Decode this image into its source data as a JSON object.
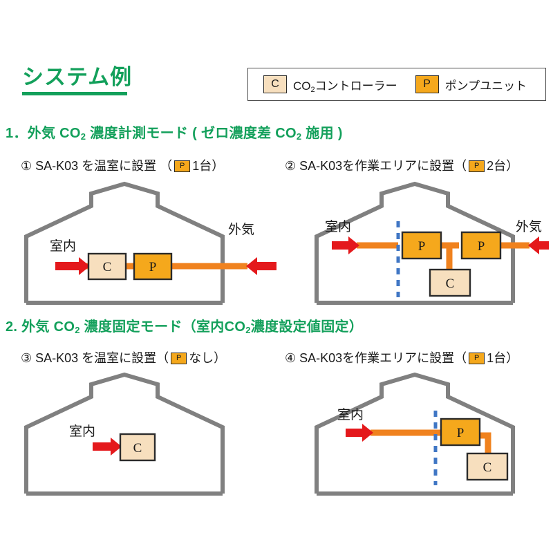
{
  "title": {
    "text": "システム例"
  },
  "legend": {
    "items": [
      {
        "chip": "C",
        "label": "CO",
        "label_sub": "2",
        "label_rest": "コントローラー",
        "color": "#f7dfbe"
      },
      {
        "chip": "P",
        "label": "ポンプユニット",
        "label_sub": "",
        "label_rest": "",
        "color": "#f5a81c"
      }
    ]
  },
  "sections": [
    {
      "id": "sec1",
      "prefix": "1．外気 CO",
      "sub": "2",
      "rest": " 濃度計測モード ( ゼロ濃度差 CO",
      "sub2": "2",
      "tail": " 施用 )"
    },
    {
      "id": "sec2",
      "prefix": "2. 外気 CO",
      "sub": "2",
      "rest": " 濃度固定モード（室内CO",
      "sub2": "2",
      "tail": "濃度設定値固定）"
    }
  ],
  "captions": {
    "c1": {
      "pre": "① SA-K03 を温室に設置 （",
      "chip": "P",
      "post": " 1台）"
    },
    "c2": {
      "pre": "② SA-K03を作業エリアに設置（",
      "chip": "P",
      "post": " 2台）"
    },
    "c3": {
      "pre": "③ SA-K03 を温室に設置（",
      "chip": "P",
      "post": " なし）"
    },
    "c4": {
      "pre": "④ SA-K03を作業エリアに設置（",
      "chip": "P",
      "post": " 1台）"
    }
  },
  "diagram_labels": {
    "indoor": "室内",
    "outdoor": "外気",
    "controller": "C",
    "pump": "P"
  },
  "colors": {
    "green": "#13a05b",
    "orange_pipe": "#f0821e",
    "pump_fill": "#f5a81c",
    "controller_fill": "#f7dfbe",
    "box_stroke": "#2b2b2b",
    "house_stroke": "#808080",
    "arrow_red": "#e4191c",
    "dashed_blue": "#3f76c4"
  },
  "panels": {
    "p1": {
      "has_outdoor_label": true,
      "has_dashed_line": false,
      "pumps": 1,
      "controllers": 1
    },
    "p2": {
      "has_outdoor_label": true,
      "has_dashed_line": true,
      "pumps": 2,
      "controllers": 1
    },
    "p3": {
      "has_outdoor_label": false,
      "has_dashed_line": false,
      "pumps": 0,
      "controllers": 1
    },
    "p4": {
      "has_outdoor_label": false,
      "has_dashed_line": true,
      "pumps": 1,
      "controllers": 1
    }
  }
}
